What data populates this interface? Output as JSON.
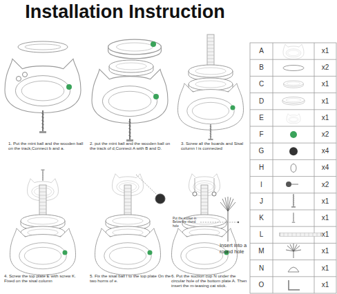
{
  "diagram": {
    "title": "Installation Instruction",
    "labels": [
      "1. Put the mint ball and the wooden ball on the track,Connect b and a.",
      "2. put the mint ball and the wooden ball on the track of d,Connect A with B and D.",
      "3. Screw all the boards and Sisal column I is connected",
      "4. Screw the top plate E with screw K. Fixed on the sisal column",
      "5. Fix the sisal ball I to the top plate On the two horns of e.",
      "6. Put the suction cup N under the circular hole of the bottom plate A. Then insert the m-teasing cat stick.",
      "Put the sucker in Below the round hole",
      "Insert into a round hole",
      "A",
      "x1",
      "B",
      "x2",
      "C",
      "x1",
      "D",
      "x1",
      "E",
      "x1",
      "F",
      "x2",
      "G",
      "x4",
      "H",
      "x4",
      "I",
      "x2",
      "J",
      "x1",
      "K",
      "x1",
      "L",
      "x1",
      "M",
      "x1",
      "N",
      "x1",
      "O",
      "x1"
    ]
  }
}
